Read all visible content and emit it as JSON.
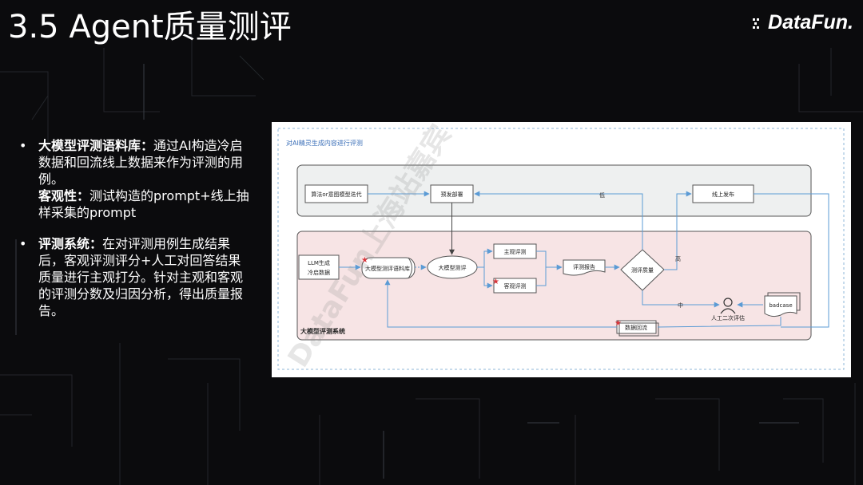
{
  "slide": {
    "title": "3.5 Agent质量测评",
    "logo": "DataFun."
  },
  "bullets": [
    {
      "heading": "大模型评测语料库：",
      "body": "通过AI构造冷启数据和回流线上数据来作为评测的用例。",
      "sub_heading": "客观性：",
      "sub_body": "测试构造的prompt+线上抽样采集的prompt"
    },
    {
      "heading": "评测系统：",
      "body": "在对评测用例生成结果后，客观评测评分+人工对回答结果质量进行主观打分。针对主观和客观的评测分数及归因分析，得出质量报告。"
    }
  ],
  "diagram": {
    "frame_title": "对AI精灵生成内容进行评测",
    "system_label": "大模型评测系统",
    "nodes": {
      "algo_iter": "算法or意图模型迭代",
      "pre_deploy": "预发部署",
      "online_release": "线上发布",
      "llm_cold_start": [
        "LLM生成",
        "冷启数据"
      ],
      "corpus": "大模型测评语料库",
      "llm_eval": "大模型测评",
      "subjective": "主观评测",
      "objective": "客观评测",
      "report": "评测报告",
      "quality": "测评质量",
      "human_review": "人工二次评估",
      "badcase": "badcase",
      "data_backflow": "数据回流"
    },
    "edges": {
      "low": "低",
      "high": "高",
      "mid": "中"
    },
    "watermark": "DataFun上海站嘉宾"
  },
  "colors": {
    "background": "#0b0b0d",
    "diagram_bg": "#ffffff",
    "top_panel": "#eef0f0",
    "bottom_panel": "#f7e4e5",
    "arrow": "#5b9bd5",
    "star": "#d9343a",
    "frame_title": "#3b6fb8"
  }
}
